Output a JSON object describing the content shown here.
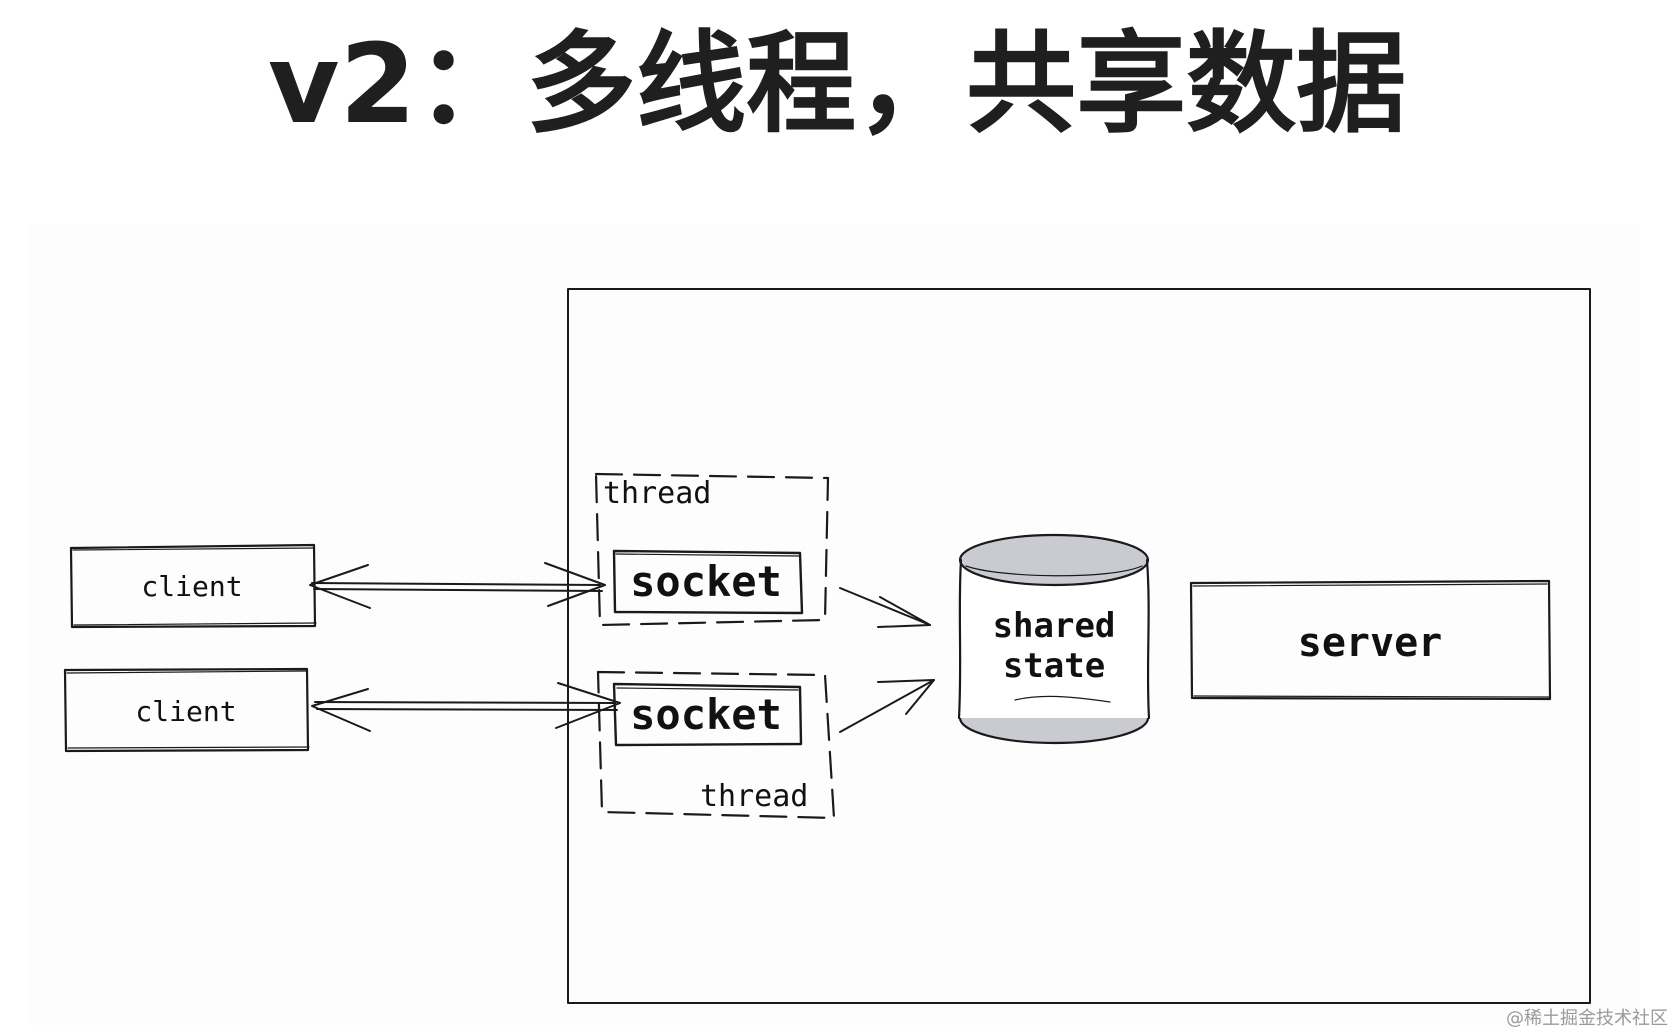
{
  "title": "v2：多线程，共享数据",
  "nodes": {
    "client_top": "client",
    "client_bottom": "client",
    "thread_top": "thread",
    "thread_bottom": "thread",
    "socket_top": "socket",
    "socket_bottom": "socket",
    "shared_state_line1": "shared",
    "shared_state_line2": "state",
    "server": "server"
  },
  "watermark": "@稀土掘金技术社区",
  "colors": {
    "ink": "#1a1a1a",
    "cylinder_fill": "#c9cbd1",
    "panel_bg": "#fdfdfd"
  }
}
